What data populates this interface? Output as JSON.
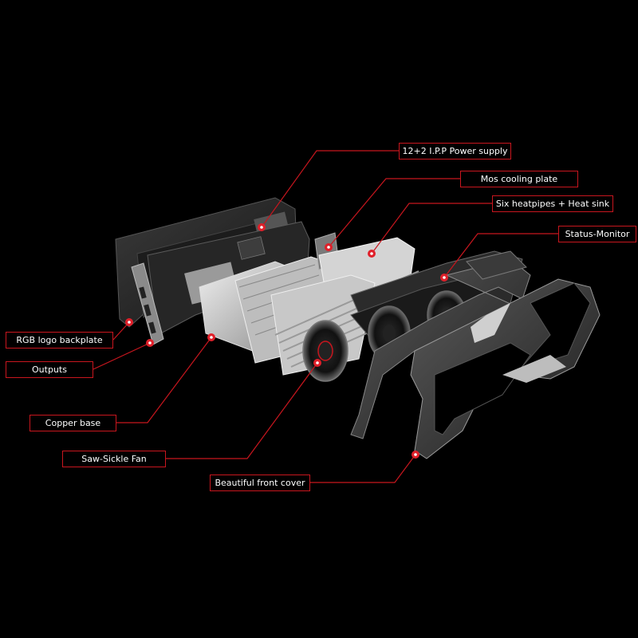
{
  "labels": {
    "power_supply": "12+2 I.P.P Power supply",
    "mos_cooling_plate": "Mos cooling plate",
    "heatpipes": "Six heatpipes + Heat sink",
    "status_monitor": "Status-Monitor",
    "rgb_backplate": "RGB logo backplate",
    "outputs": "Outputs",
    "copper_base": "Copper base",
    "fan": "Saw-Sickle Fan",
    "front_cover": "Beautiful front cover"
  },
  "colors": {
    "background": "#000000",
    "accent": "#c8161e",
    "label_text": "#ffffff"
  }
}
